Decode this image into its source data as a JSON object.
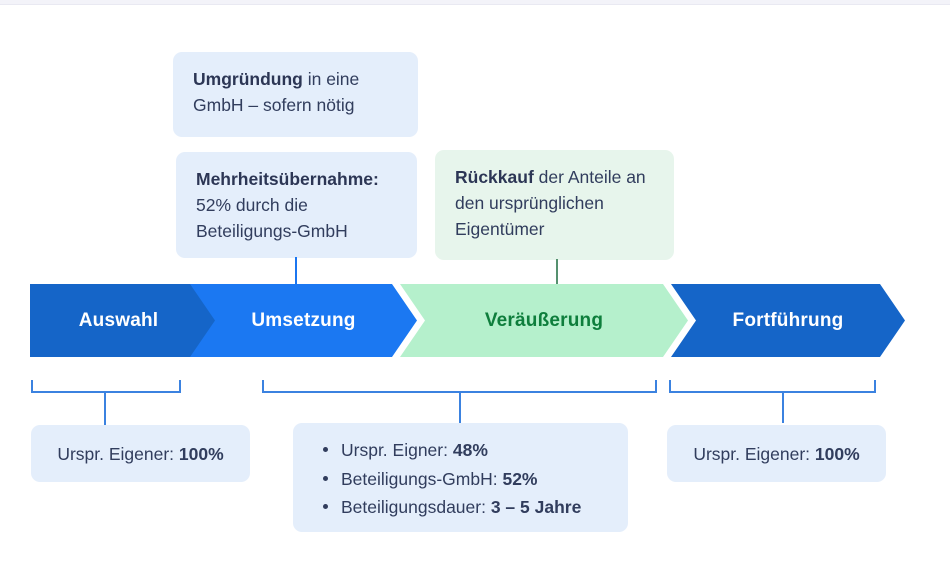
{
  "colors": {
    "stage_dark_blue": "#1565c8",
    "stage_bright_blue": "#1b78f2",
    "stage_light_green": "#b5f0cc",
    "stage_green_text": "#0e7e3c",
    "callout_blue_bg": "#e4eefb",
    "callout_green_bg": "#e7f5ec",
    "bracket_blue": "#3b82e0",
    "connector_green": "#55916f",
    "body_text": "#313d5d"
  },
  "top_callouts": {
    "umgruendung": {
      "bold": "Umgründung",
      "rest": " in eine GmbH – sofern nötig"
    },
    "mehrheitsuebernahme": {
      "bold": "Mehrheitsübernahme:",
      "rest": " 52% durch die Beteiligungs-GmbH"
    },
    "rueckkauf": {
      "bold": "Rückkauf",
      "rest": " der Anteile an den ursprünglichen Eigentümer"
    }
  },
  "stages": [
    {
      "label": "Auswahl"
    },
    {
      "label": "Umsetzung"
    },
    {
      "label": "Veräußerung"
    },
    {
      "label": "Fortführung"
    }
  ],
  "bottom_callouts": {
    "left": {
      "label": "Urspr. Eigener: ",
      "value": "100%"
    },
    "middle": {
      "items": [
        {
          "label": "Urspr. Eigner: ",
          "value": "48%"
        },
        {
          "label": "Beteiligungs-GmbH: ",
          "value": "52%"
        },
        {
          "label": "Beteiligungsdauer: ",
          "value": "3 – 5 Jahre"
        }
      ]
    },
    "right": {
      "label": "Urspr. Eigener: ",
      "value": "100%"
    }
  }
}
